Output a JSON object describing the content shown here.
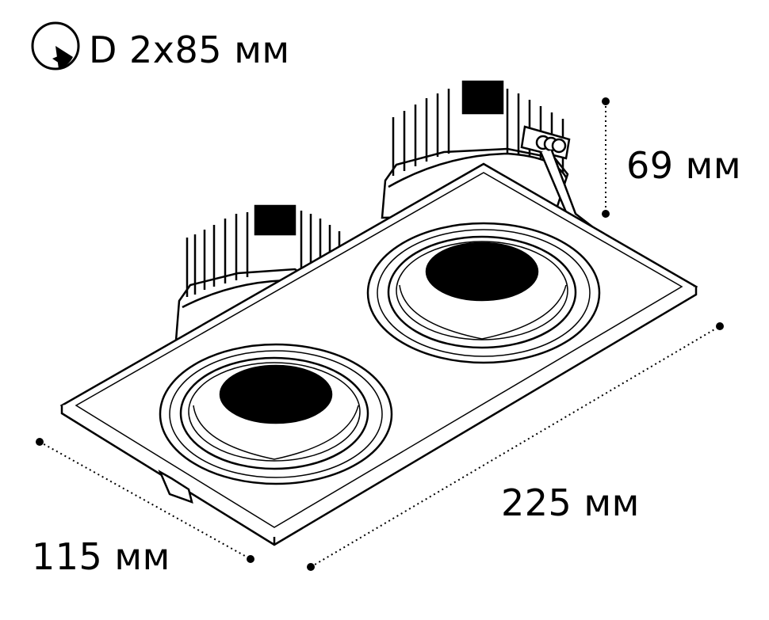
{
  "labels": {
    "diameter": "D 2x85 мм",
    "height": "69 мм",
    "length": "225 мм",
    "width": "115 мм"
  },
  "icons": {
    "diameter": "rotation-angle-icon"
  },
  "colors": {
    "stroke": "#000000",
    "fill": "#ffffff"
  }
}
